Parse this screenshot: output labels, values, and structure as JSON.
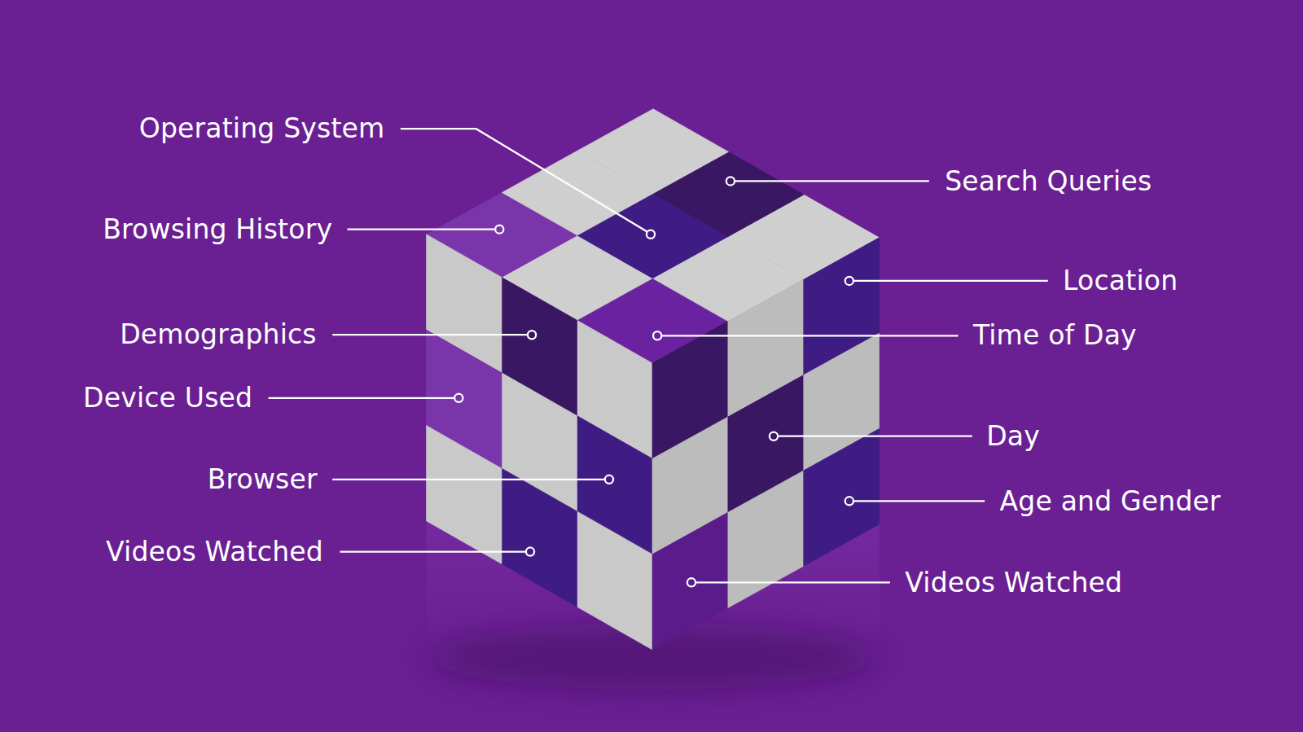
{
  "diagram": {
    "labels": [
      "Operating System",
      "Search Queries",
      "Browsing History",
      "Location",
      "Demographics",
      "Time of Day",
      "Device Used",
      "Day",
      "Browser",
      "Age and Gender",
      "Videos Watched",
      "Videos Watched"
    ]
  }
}
